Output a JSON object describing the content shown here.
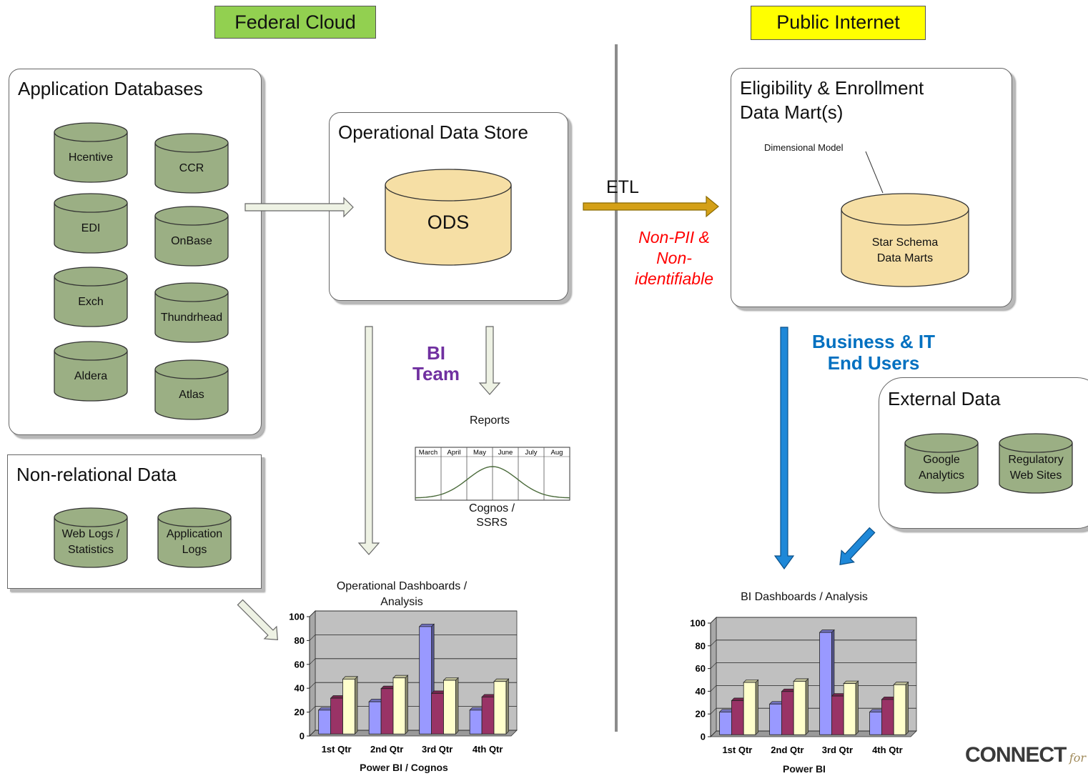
{
  "zones": {
    "left": {
      "label": "Federal Cloud",
      "color": "#92D050"
    },
    "right": {
      "label": "Public Internet",
      "color": "#FFFF00"
    }
  },
  "app_db": {
    "title": "Application Databases",
    "items": [
      "Hcentive",
      "CCR",
      "EDI",
      "OnBase",
      "Exch",
      "Thundrhead",
      "Aldera",
      "Atlas"
    ]
  },
  "nonrel": {
    "title": "Non-relational Data",
    "items": [
      "Web Logs /\nStatistics",
      "Application\nLogs"
    ]
  },
  "ods": {
    "title": "Operational Data Store",
    "label": "ODS"
  },
  "ee": {
    "title": "Eligibility & Enrollment\nData Mart(s)",
    "callout": "Dimensional Model",
    "cyl": "Star Schema\nData Marts"
  },
  "external": {
    "title": "External Data",
    "items": [
      "Google\nAnalytics",
      "Regulatory\nWeb Sites"
    ]
  },
  "etl": {
    "label": "ETL",
    "note": "Non-PII &\nNon-\nidentifiable",
    "note_color": "#FF0000"
  },
  "bi_team": {
    "label": "BI\nTeam",
    "color": "#7030A0"
  },
  "biz_users": {
    "label": "Business & IT\nEnd Users",
    "color": "#0070C0"
  },
  "reports": {
    "title": "Reports",
    "months": [
      "March",
      "April",
      "May",
      "June",
      "July",
      "Aug"
    ],
    "caption": "Cognos /\nSSRS"
  },
  "chart_left": {
    "title": "Operational Dashboards /\nAnalysis",
    "caption": "Power BI / Cognos"
  },
  "chart_right": {
    "title": "BI Dashboards / Analysis",
    "caption": "Power BI"
  },
  "logo": {
    "text": "CONNECT",
    "suffix": "for"
  },
  "colors": {
    "db_fill": "#9BAF84",
    "ods_fill": "#F6DFA5",
    "arrow_pale": "#EEF2E4",
    "arrow_gold": "#D4A017",
    "arrow_blue": "#1E88D8"
  },
  "chart_data": [
    {
      "type": "bar",
      "categories": [
        "1st Qtr",
        "2nd Qtr",
        "3rd Qtr",
        "4th Qtr"
      ],
      "series": [
        {
          "values": [
            20,
            27,
            90,
            20
          ],
          "color": "#9999FF"
        },
        {
          "values": [
            30,
            38,
            34,
            31
          ],
          "color": "#993366"
        },
        {
          "values": [
            46,
            47,
            45,
            44
          ],
          "color": "#FFFFCC"
        }
      ],
      "ylim": [
        0,
        100
      ],
      "yticks": [
        0,
        20,
        40,
        60,
        80,
        100
      ],
      "grid": true
    },
    {
      "type": "bar",
      "categories": [
        "1st Qtr",
        "2nd Qtr",
        "3rd Qtr",
        "4th Qtr"
      ],
      "series": [
        {
          "values": [
            20,
            27,
            90,
            20
          ],
          "color": "#9999FF"
        },
        {
          "values": [
            30,
            38,
            34,
            31
          ],
          "color": "#993366"
        },
        {
          "values": [
            46,
            47,
            45,
            44
          ],
          "color": "#FFFFCC"
        }
      ],
      "ylim": [
        0,
        100
      ],
      "yticks": [
        0,
        20,
        40,
        60,
        80,
        100
      ],
      "grid": true
    }
  ]
}
